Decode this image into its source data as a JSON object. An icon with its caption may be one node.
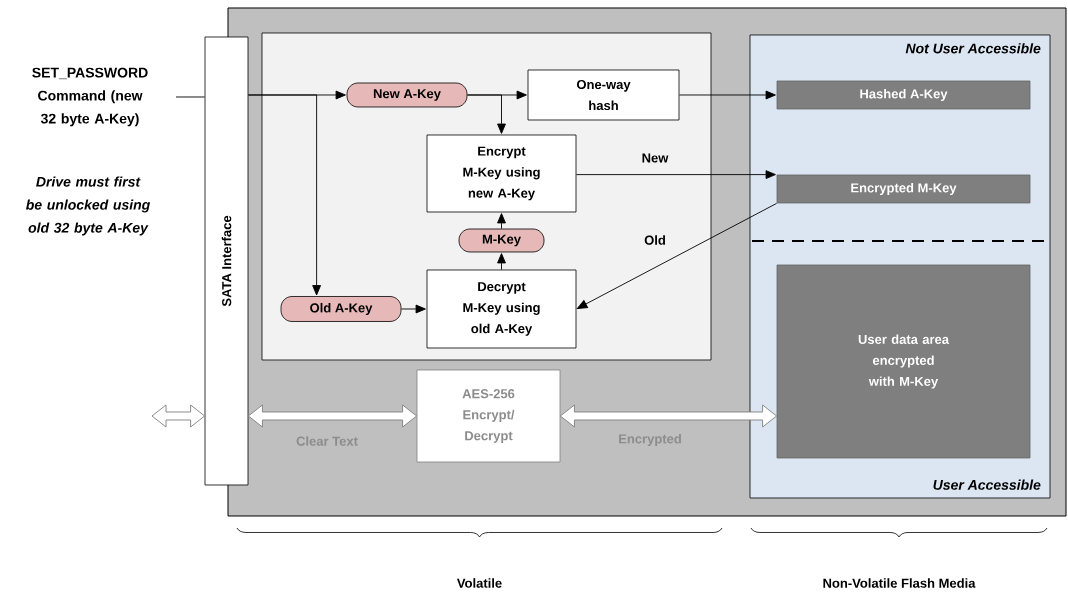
{
  "diagram": {
    "nodes": [
      {
        "text": [
          "SET_PASSWORD Command (new 32 byte A-Key)"
        ]
      },
      {
        "text": [],
        "shape": "box"
      },
      {
        "text": [
          "SATA Interface"
        ]
      },
      {
        "text": [],
        "shape": "box",
        "in": 1
      },
      {
        "text": [
          "New A-Key"
        ],
        "in": 3
      },
      {
        "text": [
          "One-way hash"
        ],
        "in": 3
      },
      {
        "text": [
          "Encrypt M-Key using new A-Key"
        ],
        "in": 3
      },
      {
        "text": [
          "M-Key"
        ],
        "in": 3
      },
      {
        "text": [
          "Decrypt M-Key using old A-Key"
        ],
        "in": 3
      },
      {
        "text": [
          "Old A-Key"
        ],
        "in": 3
      },
      {
        "text": [
          "Not User Accessible",
          "User Accessible"
        ],
        "in": 1
      },
      {
        "text": [
          "Hashed A-Key"
        ],
        "in": 10
      },
      {
        "text": [
          "Encrypted M-Key"
        ],
        "in": 10
      },
      {
        "text": [
          "User data area encrypted with M-Key"
        ],
        "in": 10
      },
      {
        "text": [
          "AES-256 Encrypt/ Decrypt"
        ],
        "in": 1
      }
    ],
    "edges": [
      {
        "from": 0,
        "to": 2,
        "arrow": "none"
      },
      {
        "from": 2,
        "to": 4,
        "arrow": "to"
      },
      {
        "from": 2,
        "to": 9,
        "arrow": "to"
      },
      {
        "from": 4,
        "to": 5,
        "arrow": "to"
      },
      {
        "from": 4,
        "to": 6,
        "arrow": "to"
      },
      {
        "from": 5,
        "to": 11,
        "arrow": "to"
      },
      {
        "from": 6,
        "to": 12,
        "arrow": "to",
        "label": "New"
      },
      {
        "from": 8,
        "to": 7,
        "arrow": "to"
      },
      {
        "from": 7,
        "to": 6,
        "arrow": "to"
      },
      {
        "from": 9,
        "to": 8,
        "arrow": "to"
      },
      {
        "from": 12,
        "to": 8,
        "arrow": "to",
        "label": "Old"
      },
      {
        "from": null,
        "to": 2,
        "arrow": "both",
        "style": "thick",
        "color": "#7f7f7f"
      },
      {
        "from": 2,
        "to": 14,
        "arrow": "both",
        "style": "thick",
        "color": "#7f7f7f",
        "label": "Clear Text"
      },
      {
        "from": 14,
        "to": 13,
        "arrow": "both",
        "style": "thick",
        "color": "#7f7f7f",
        "label": "Encrypted"
      }
    ],
    "labels": [
      "Drive must first be unlocked using old 32 byte A-Key",
      "Volatile",
      "Non-Volatile Flash Media"
    ]
  }
}
